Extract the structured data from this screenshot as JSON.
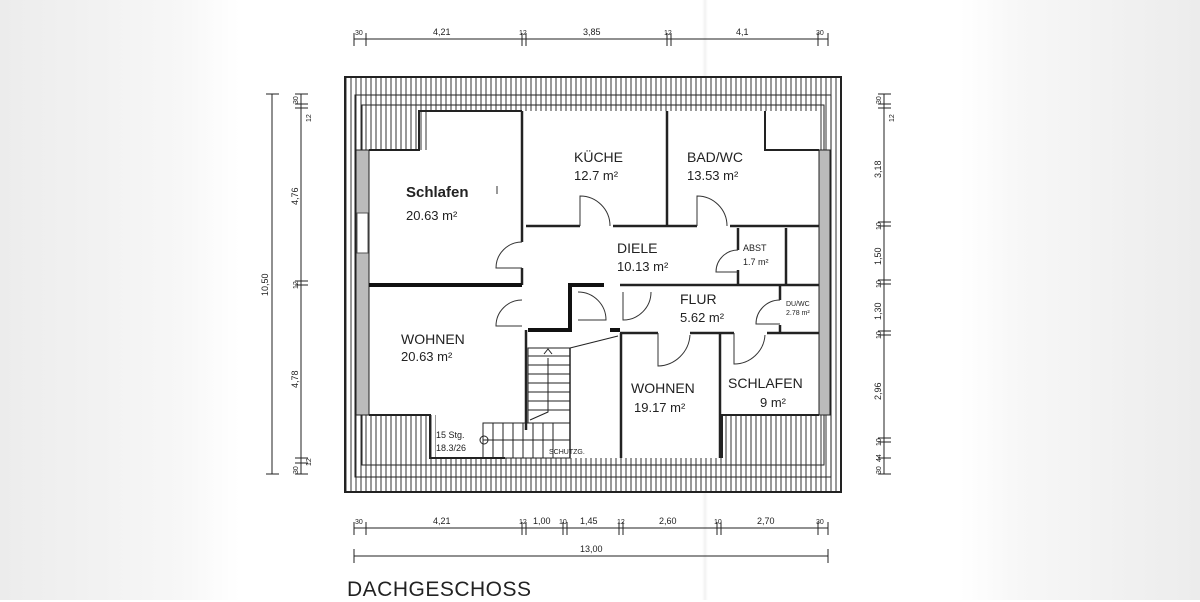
{
  "plan": {
    "title": "DACHGESCHOSS",
    "rooms": [
      {
        "id": "schlafen-1",
        "name": "Schlafen",
        "area": "20.63 m²"
      },
      {
        "id": "kueche",
        "name": "KÜCHE",
        "area": "12.7 m²"
      },
      {
        "id": "bad-wc",
        "name": "BAD/WC",
        "area": "13.53 m²"
      },
      {
        "id": "diele",
        "name": "DIELE",
        "area": "10.13 m²"
      },
      {
        "id": "abst",
        "name": "ABST",
        "area": "1.7 m²"
      },
      {
        "id": "flur",
        "name": "FLUR",
        "area": "5.62 m²"
      },
      {
        "id": "du-wc",
        "name": "DU/WC",
        "area": "2.78 m²"
      },
      {
        "id": "wohnen-1",
        "name": "WOHNEN",
        "area": "20.63 m²"
      },
      {
        "id": "wohnen-2",
        "name": "WOHNEN",
        "area": "19.17 m²"
      },
      {
        "id": "schlafen-2",
        "name": "SCHLAFEN",
        "area": "9 m²"
      }
    ],
    "stairs": {
      "steps": "15 Stg.",
      "ratio": "18.3/26"
    },
    "labels": {
      "schutzgitter": "SCHUTZG."
    }
  },
  "dimensions": {
    "top": [
      "30",
      "4,21",
      "12",
      "3,85",
      "12",
      "4,1",
      "30"
    ],
    "bottom": [
      "30",
      "4,21",
      "12",
      "1,00",
      "10",
      "1,45",
      "12",
      "2,60",
      "10",
      "2,70",
      "30"
    ],
    "bottom_total": "13,00",
    "left_total": "10,50",
    "left": [
      "30",
      "12",
      "4,76",
      "12",
      "4,78",
      "12",
      "30"
    ],
    "right": [
      "30",
      "12",
      "3,18",
      "10",
      "1,50",
      "10",
      "1,30",
      "10",
      "2,96",
      "10",
      "44",
      "30"
    ]
  }
}
